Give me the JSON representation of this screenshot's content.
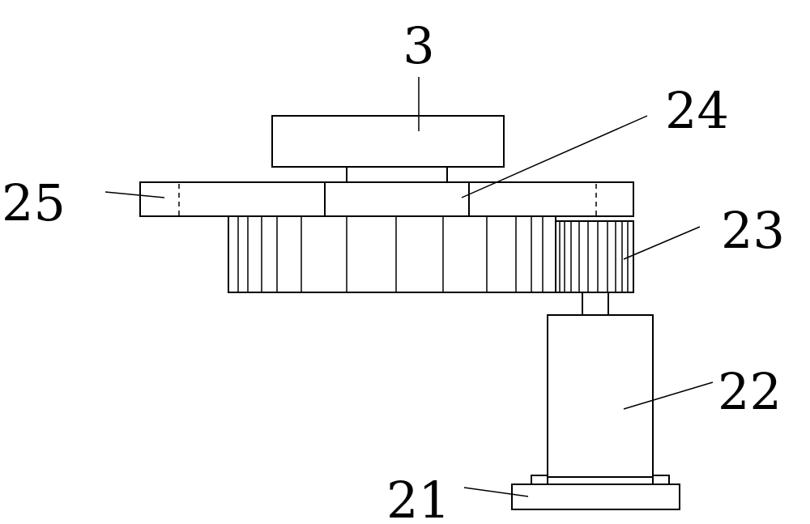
{
  "labels": {
    "part_3": "3",
    "part_24": "24",
    "part_25": "25",
    "part_23": "23",
    "part_22": "22",
    "part_21": "21"
  }
}
